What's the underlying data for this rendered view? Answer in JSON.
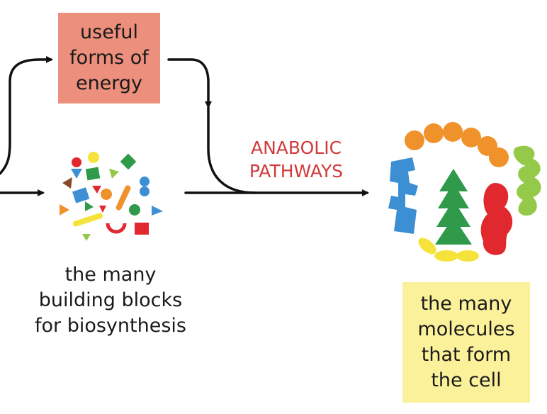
{
  "energy_box": {
    "lines": [
      "useful",
      "forms of",
      "energy"
    ]
  },
  "pathway_label": {
    "lines": [
      "ANABOLIC",
      "PATHWAYS"
    ]
  },
  "building_blocks_caption": {
    "lines": [
      "the many",
      "building blocks",
      "for biosynthesis"
    ]
  },
  "molecules_box": {
    "lines": [
      "the many",
      "molecules",
      "that form",
      "the cell"
    ]
  },
  "colors": {
    "energy_box": "#ec8f7c",
    "molecules_box": "#fbf19a",
    "pathway_text": "#d23a3a",
    "arrow": "#111111",
    "orange": "#f0922b",
    "blue": "#3d8fd4",
    "green": "#2e9a4a",
    "light_green": "#94c94a",
    "red": "#e0282e",
    "yellow": "#f5e33c"
  }
}
